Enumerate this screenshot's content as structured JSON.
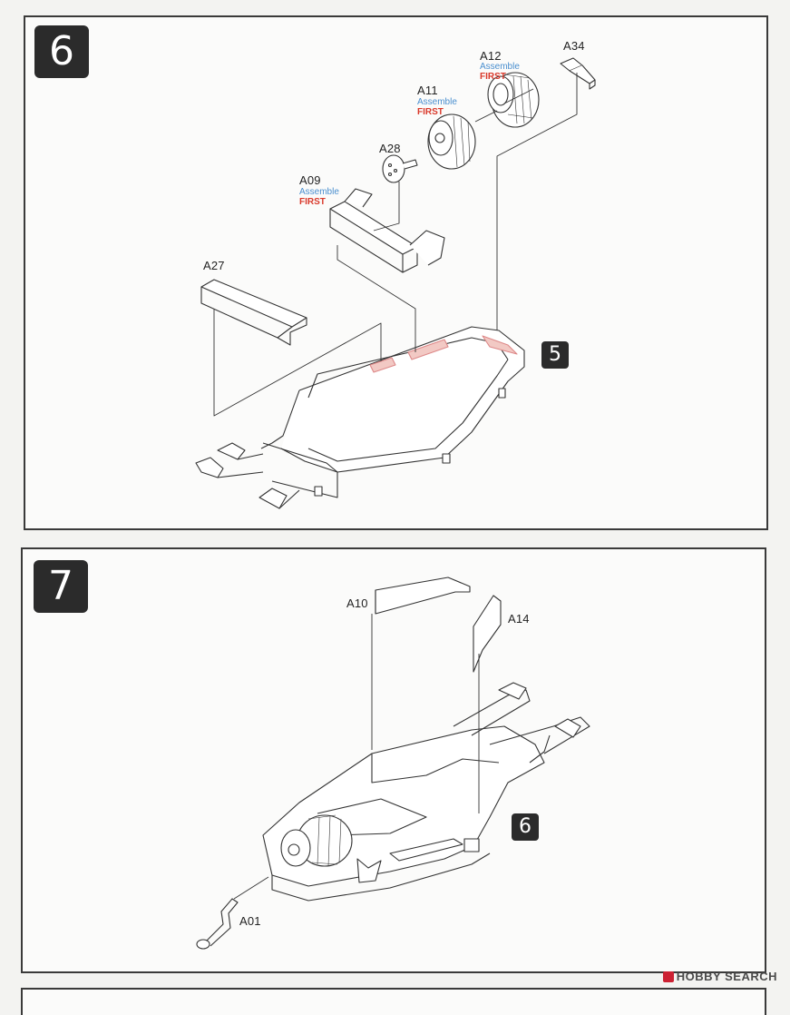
{
  "step6": {
    "number": "6",
    "ref_badge": "5",
    "parts": {
      "a12": "A12",
      "a34": "A34",
      "a11": "A11",
      "a28": "A28",
      "a09": "A09",
      "a27": "A27"
    },
    "notes": {
      "a12_assemble": "Assemble",
      "a12_first": "FIRST",
      "a11_assemble": "Assemble",
      "a11_first": "FIRST",
      "a09_assemble": "Assemble",
      "a09_first": "FIRST"
    }
  },
  "step7": {
    "number": "7",
    "ref_badge": "6",
    "parts": {
      "a10": "A10",
      "a14": "A14",
      "a01": "A01"
    }
  },
  "watermark": "HOBBY SEARCH",
  "colors": {
    "badge_bg": "#2b2b2b",
    "assemble_blue": "#4a8fcf",
    "first_red": "#d9392b",
    "highlight_pink": "#f2c9c4"
  }
}
